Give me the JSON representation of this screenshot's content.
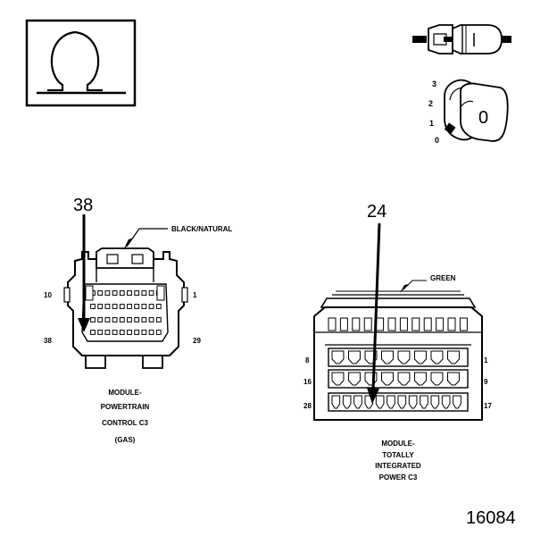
{
  "meter": {
    "symbol": "Ω"
  },
  "probe": {
    "switch_positions": [
      "3",
      "2",
      "1",
      "0"
    ],
    "knob_value": "0"
  },
  "left_connector": {
    "pin_callout": "38",
    "color_label": "BLACK/NATURAL",
    "pin_top_left": "10",
    "pin_top_right": "1",
    "pin_bottom_left": "38",
    "pin_bottom_right": "29",
    "caption": [
      "MODULE-",
      "POWERTRAIN",
      "CONTROL C3",
      "(GAS)"
    ]
  },
  "right_connector": {
    "pin_callout": "24",
    "color_label": "GREEN",
    "row_labels_left": [
      "8",
      "16",
      "28"
    ],
    "row_labels_right": [
      "1",
      "9",
      "17"
    ],
    "caption": [
      "MODULE-",
      "TOTALLY",
      "INTEGRATED",
      "POWER C3"
    ]
  },
  "figure_number": "16084"
}
